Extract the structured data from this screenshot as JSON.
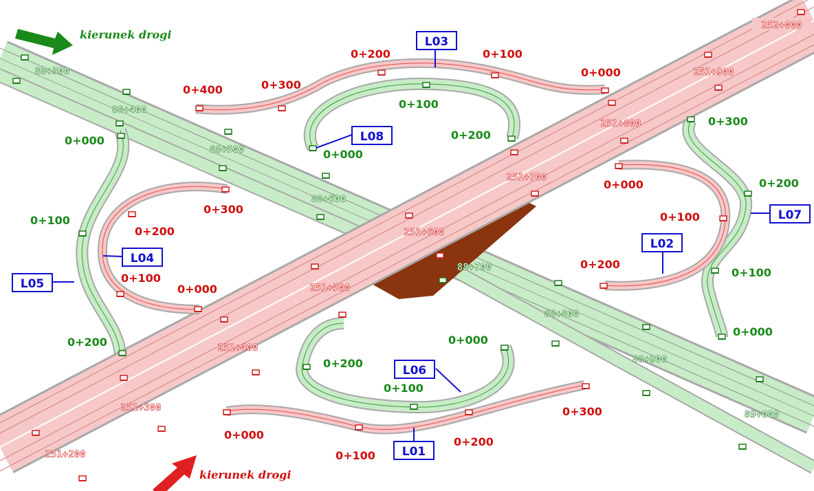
{
  "colors": {
    "main_road_fill": "#f7c8c8",
    "cross_road_fill": "#c8ecc8",
    "road_edge": "#a8a8a8",
    "ramp_red": "#e04848",
    "ramp_green": "#3a9a3a",
    "red_text": "#d01010",
    "green_text": "#1a8a1a",
    "label_blue": "#1010d0",
    "bridge": "#8a3410"
  },
  "direction_labels": {
    "top": "kierunek drogi",
    "bottom": "kierunek drogi"
  },
  "main_road_chainage": [
    "252+000",
    "251+900",
    "251+800",
    "251+700",
    "251+600",
    "251+500",
    "251+400",
    "251+300",
    "251+200"
  ],
  "cross_road_chainage": [
    "88+300",
    "88+400",
    "88+500",
    "88+600",
    "88+700",
    "88+800",
    "88+900",
    "89+000"
  ],
  "ramp_ids": [
    "L01",
    "L02",
    "L03",
    "L04",
    "L05",
    "L06",
    "L07",
    "L08"
  ],
  "red_km": {
    "L03": [
      "0+400",
      "0+300",
      "0+200",
      "0+100",
      "0+000"
    ],
    "L04": [
      "0+300",
      "0+200",
      "0+100",
      "0+000"
    ],
    "L02": [
      "0+000",
      "0+100",
      "0+200"
    ],
    "L01": [
      "0+000",
      "0+100",
      "0+200",
      "0+300"
    ]
  },
  "green_km": {
    "L05": [
      "0+000",
      "0+100",
      "0+200"
    ],
    "L08": [
      "0+000",
      "0+100",
      "0+200"
    ],
    "L07": [
      "0+300",
      "0+200",
      "0+100",
      "0+000"
    ],
    "L06": [
      "0+000",
      "0+100",
      "0+200"
    ]
  }
}
